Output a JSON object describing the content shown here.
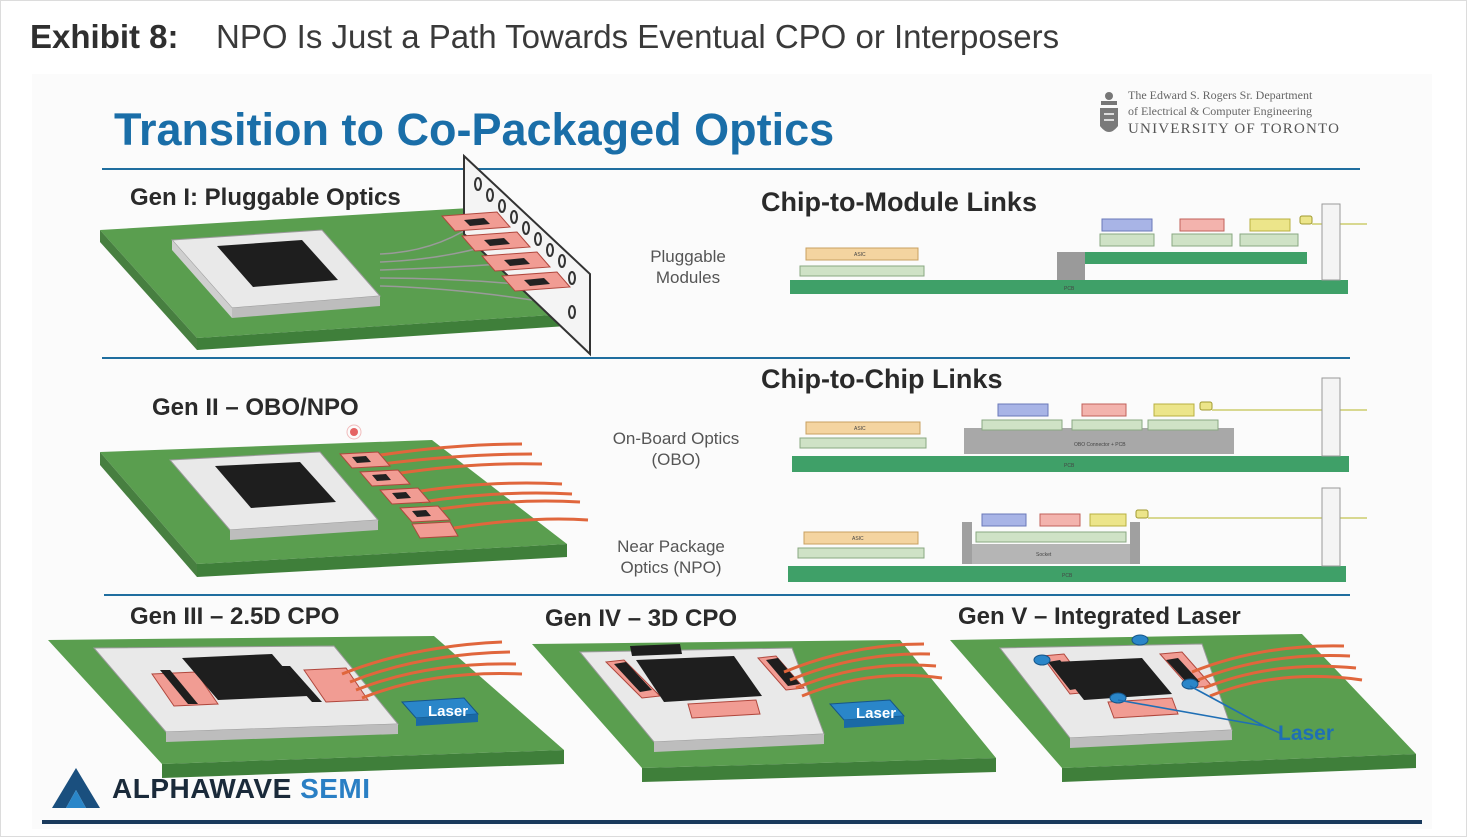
{
  "exhibit": {
    "label": "Exhibit 8:",
    "title": "NPO Is Just a Path Towards Eventual CPO or Interposers"
  },
  "slide": {
    "title": "Transition to Co-Packaged Optics",
    "affiliation": {
      "line1": "The Edward S. Rogers Sr. Department",
      "line2": "of Electrical & Computer Engineering",
      "line3": "UNIVERSITY OF TORONTO"
    },
    "generations": [
      {
        "label": "Gen I: Pluggable Optics"
      },
      {
        "label": "Gen II – OBO/NPO"
      },
      {
        "label": "Gen III – 2.5D CPO"
      },
      {
        "label": "Gen IV – 3D CPO"
      },
      {
        "label": "Gen V – Integrated Laser"
      }
    ],
    "sections": {
      "chip_to_module": "Chip-to-Module Links",
      "chip_to_chip": "Chip-to-Chip Links"
    },
    "row_labels": {
      "pluggable": [
        "Pluggable",
        "Modules"
      ],
      "obo": [
        "On-Board Optics",
        "(OBO)"
      ],
      "npo": [
        "Near Package",
        "Optics (NPO)"
      ]
    },
    "laser_label": "Laser",
    "logo": {
      "part1": "ALPHAWAVE",
      "part2": "SEMI"
    }
  },
  "colors": {
    "title_blue": "#1a6ea8",
    "pcb_green": "#4f9a48",
    "module_pink": "#f19c93",
    "laser_blue": "#2a86c9",
    "fiber_orange": "#e0663c"
  }
}
